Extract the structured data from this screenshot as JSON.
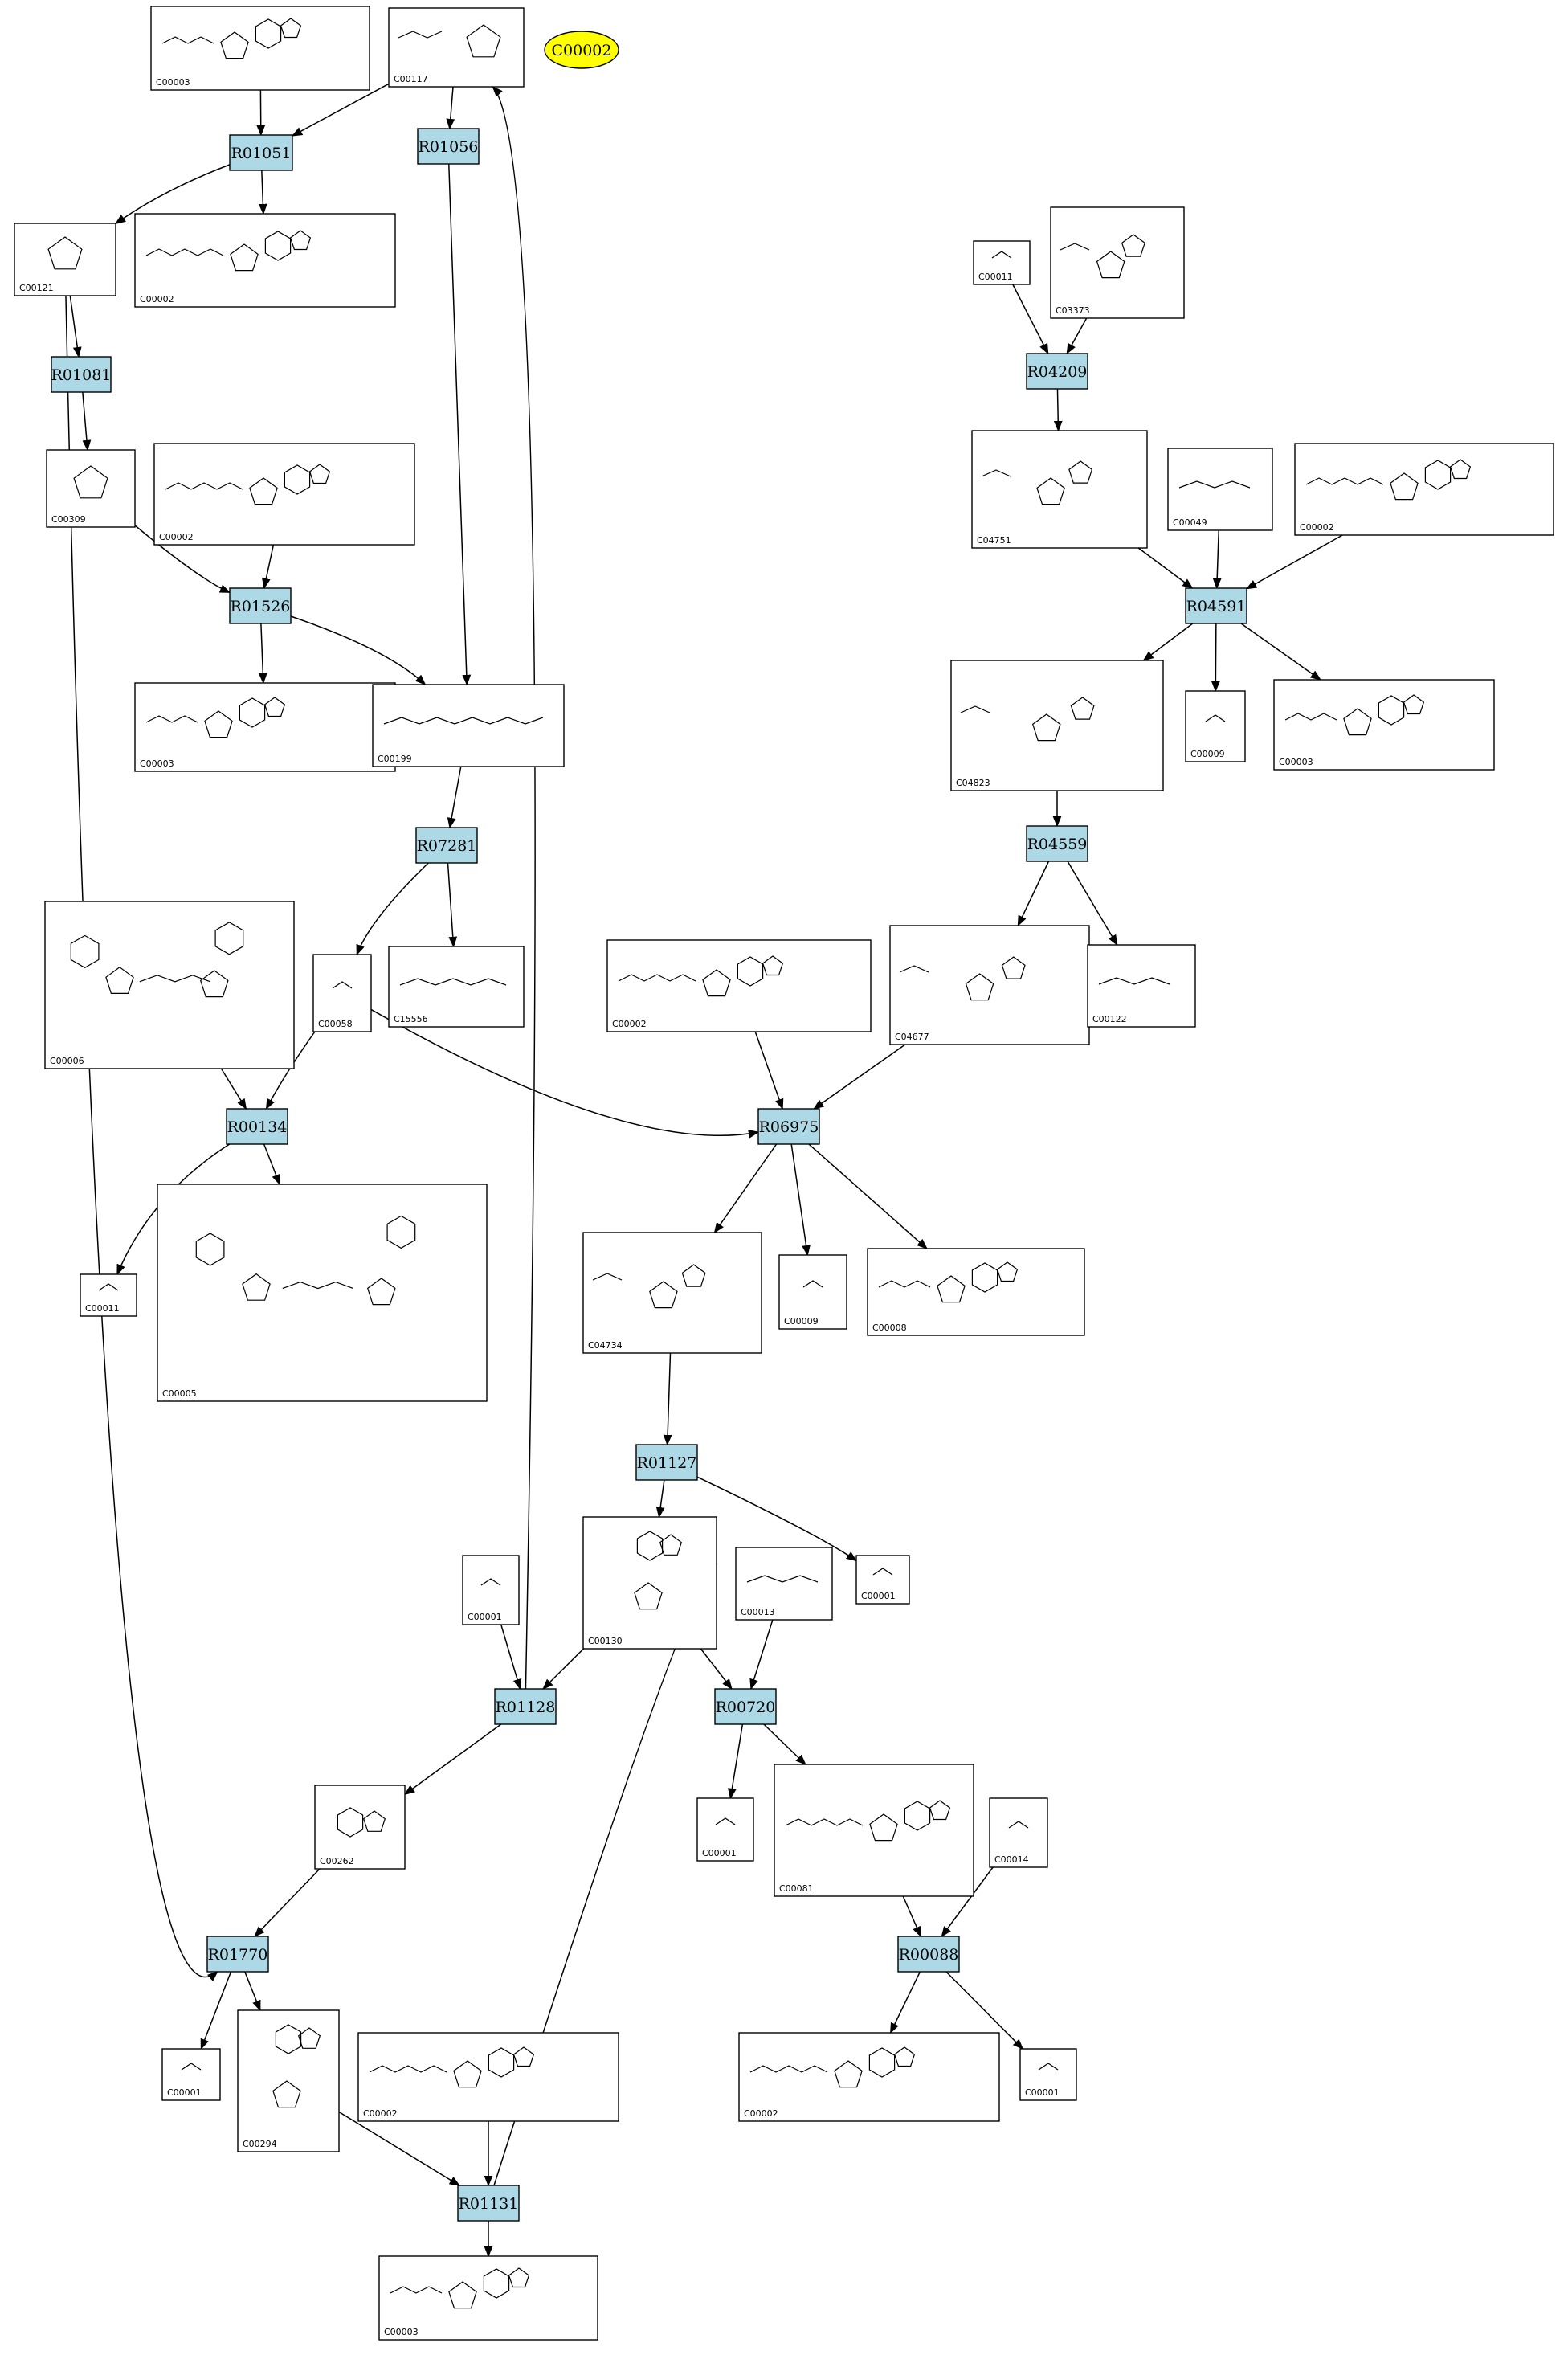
{
  "highlight": {
    "id": "C00002"
  },
  "reactions": [
    {
      "id": "R01051"
    },
    {
      "id": "R01056"
    },
    {
      "id": "R01081"
    },
    {
      "id": "R01526"
    },
    {
      "id": "R07281"
    },
    {
      "id": "R00134"
    },
    {
      "id": "R04209"
    },
    {
      "id": "R04591"
    },
    {
      "id": "R04559"
    },
    {
      "id": "R06975"
    },
    {
      "id": "R01127"
    },
    {
      "id": "R01128"
    },
    {
      "id": "R00720"
    },
    {
      "id": "R01770"
    },
    {
      "id": "R00088"
    },
    {
      "id": "R01131"
    }
  ],
  "compounds": [
    {
      "id": "C00003",
      "kind": "adp"
    },
    {
      "id": "C00117",
      "kind": "ribose5p"
    },
    {
      "id": "C00002",
      "kind": "atp"
    },
    {
      "id": "C00121",
      "kind": "ribose"
    },
    {
      "id": "C00309",
      "kind": "ribulose"
    },
    {
      "id": "C00002",
      "kind": "atp"
    },
    {
      "id": "C00003",
      "kind": "adp"
    },
    {
      "id": "C00199",
      "kind": "chain"
    },
    {
      "id": "C00006",
      "kind": "nad"
    },
    {
      "id": "C00058",
      "kind": "small"
    },
    {
      "id": "C15556",
      "kind": "chain"
    },
    {
      "id": "C00011",
      "kind": "small"
    },
    {
      "id": "C00005",
      "kind": "nad"
    },
    {
      "id": "C00011",
      "kind": "small"
    },
    {
      "id": "C03373",
      "kind": "imidazole"
    },
    {
      "id": "C04751",
      "kind": "imidazole"
    },
    {
      "id": "C00049",
      "kind": "chain"
    },
    {
      "id": "C00002",
      "kind": "atp"
    },
    {
      "id": "C04823",
      "kind": "imidazole"
    },
    {
      "id": "C00009",
      "kind": "small"
    },
    {
      "id": "C00003",
      "kind": "adp"
    },
    {
      "id": "C00002",
      "kind": "atp"
    },
    {
      "id": "C04677",
      "kind": "imidazole"
    },
    {
      "id": "C00122",
      "kind": "chain"
    },
    {
      "id": "C04734",
      "kind": "imidazole"
    },
    {
      "id": "C00009",
      "kind": "small"
    },
    {
      "id": "C00008",
      "kind": "adp"
    },
    {
      "id": "C00130",
      "kind": "nucleotide"
    },
    {
      "id": "C00013",
      "kind": "chain"
    },
    {
      "id": "C00001",
      "kind": "small"
    },
    {
      "id": "C00001",
      "kind": "small"
    },
    {
      "id": "C00262",
      "kind": "purine"
    },
    {
      "id": "C00001",
      "kind": "small"
    },
    {
      "id": "C00081",
      "kind": "atp"
    },
    {
      "id": "C00014",
      "kind": "small"
    },
    {
      "id": "C00001",
      "kind": "small"
    },
    {
      "id": "C00294",
      "kind": "nucleotide"
    },
    {
      "id": "C00002",
      "kind": "atp"
    },
    {
      "id": "C00002",
      "kind": "atp"
    },
    {
      "id": "C00001",
      "kind": "small"
    },
    {
      "id": "C00003",
      "kind": "adp"
    }
  ]
}
